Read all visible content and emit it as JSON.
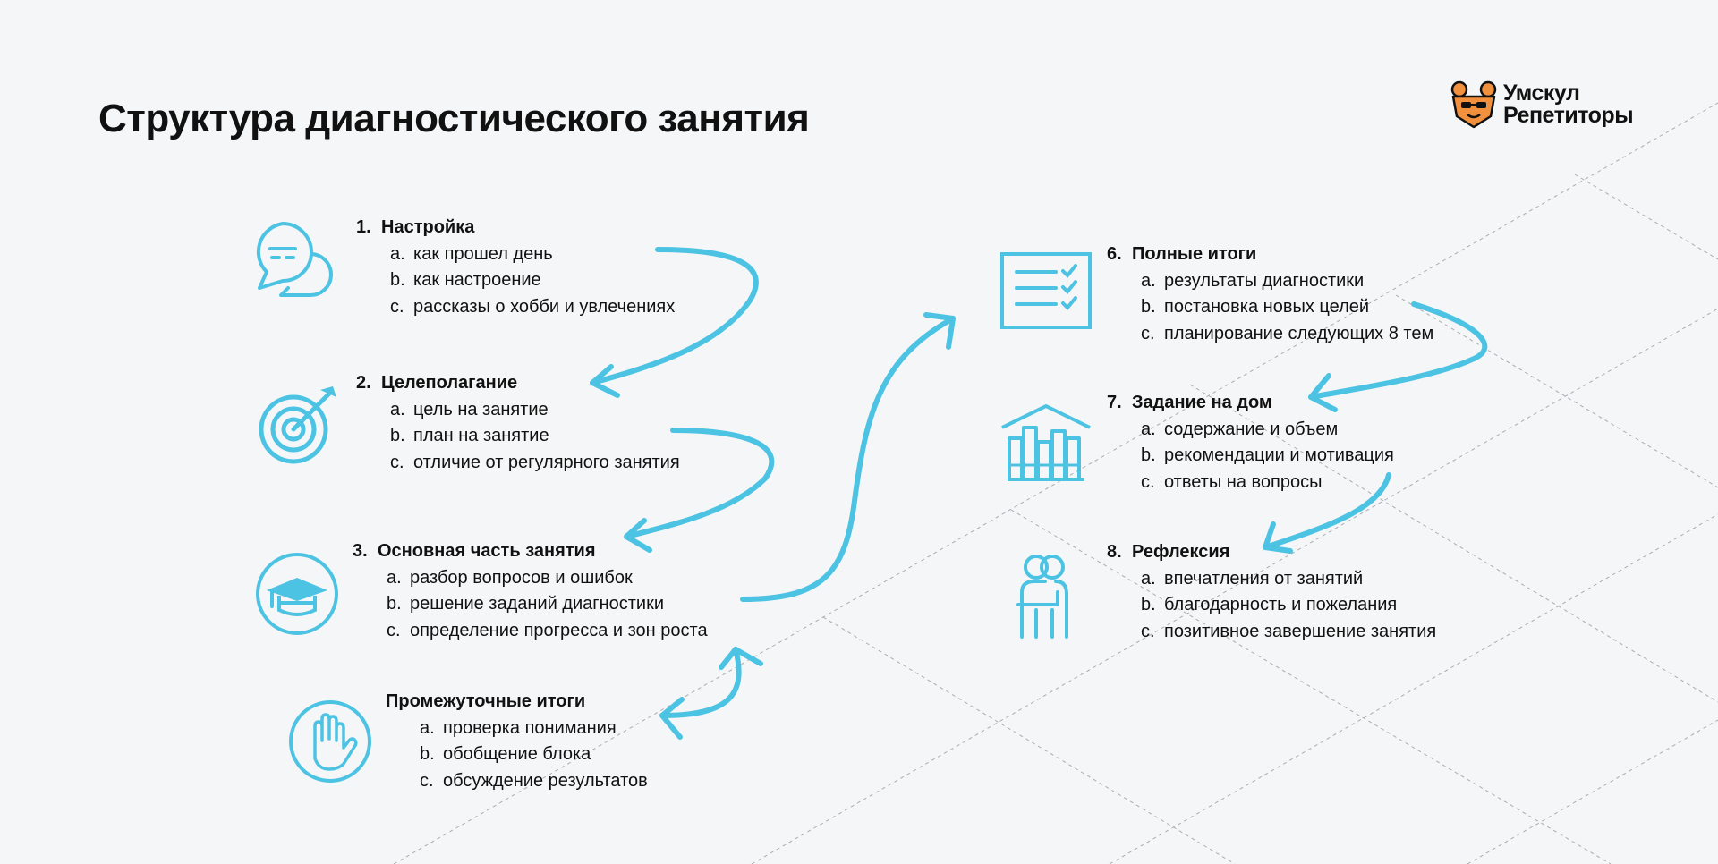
{
  "title": "Структура диагностического занятия",
  "logo": {
    "line1": "Умскул",
    "line2": "Репетиторы"
  },
  "colors": {
    "accent": "#4cc3e3",
    "logo_orange": "#f2913d",
    "text": "#111111",
    "background": "#f5f6f7"
  },
  "sections": [
    {
      "number": "1.",
      "title": "Настройка",
      "icon": "chat-bubbles-icon",
      "items": [
        {
          "letter": "a.",
          "text": "как прошел день"
        },
        {
          "letter": "b.",
          "text": "как настроение"
        },
        {
          "letter": "c.",
          "text": "рассказы о хобби и увлечениях"
        }
      ]
    },
    {
      "number": "2.",
      "title": "Целеполагание",
      "icon": "target-icon",
      "items": [
        {
          "letter": "a.",
          "text": "цель на занятие"
        },
        {
          "letter": "b.",
          "text": "план на занятие"
        },
        {
          "letter": "c.",
          "text": "отличие от регулярного занятия"
        }
      ]
    },
    {
      "number": "3.",
      "title": "Основная часть занятия",
      "icon": "graduation-cap-icon",
      "items": [
        {
          "letter": "a.",
          "text": "разбор вопросов и ошибок"
        },
        {
          "letter": "b.",
          "text": "решение заданий диагностики"
        },
        {
          "letter": "c.",
          "text": "определение прогресса и зон роста"
        }
      ]
    },
    {
      "number": "",
      "title": "Промежуточные итоги",
      "icon": "hand-icon",
      "items": [
        {
          "letter": "a.",
          "text": "проверка понимания"
        },
        {
          "letter": "b.",
          "text": "обобщение блока"
        },
        {
          "letter": "c.",
          "text": "обсуждение результатов"
        }
      ]
    },
    {
      "number": "6.",
      "title": "Полные итоги",
      "icon": "checklist-icon",
      "items": [
        {
          "letter": "a.",
          "text": "результаты диагностики"
        },
        {
          "letter": "b.",
          "text": "постановка новых целей"
        },
        {
          "letter": "c.",
          "text": "планирование следующих 8 тем"
        }
      ]
    },
    {
      "number": "7.",
      "title": "Задание на дом",
      "icon": "bookshelf-icon",
      "items": [
        {
          "letter": "a.",
          "text": "содержание и объем"
        },
        {
          "letter": "b.",
          "text": "рекомендации и мотивация"
        },
        {
          "letter": "c.",
          "text": "ответы на вопросы"
        }
      ]
    },
    {
      "number": "8.",
      "title": "Рефлексия",
      "icon": "hug-icon",
      "items": [
        {
          "letter": "a.",
          "text": "впечатления от занятий"
        },
        {
          "letter": "b.",
          "text": "благодарность и пожелания"
        },
        {
          "letter": "c.",
          "text": "позитивное завершение занятия"
        }
      ]
    }
  ]
}
